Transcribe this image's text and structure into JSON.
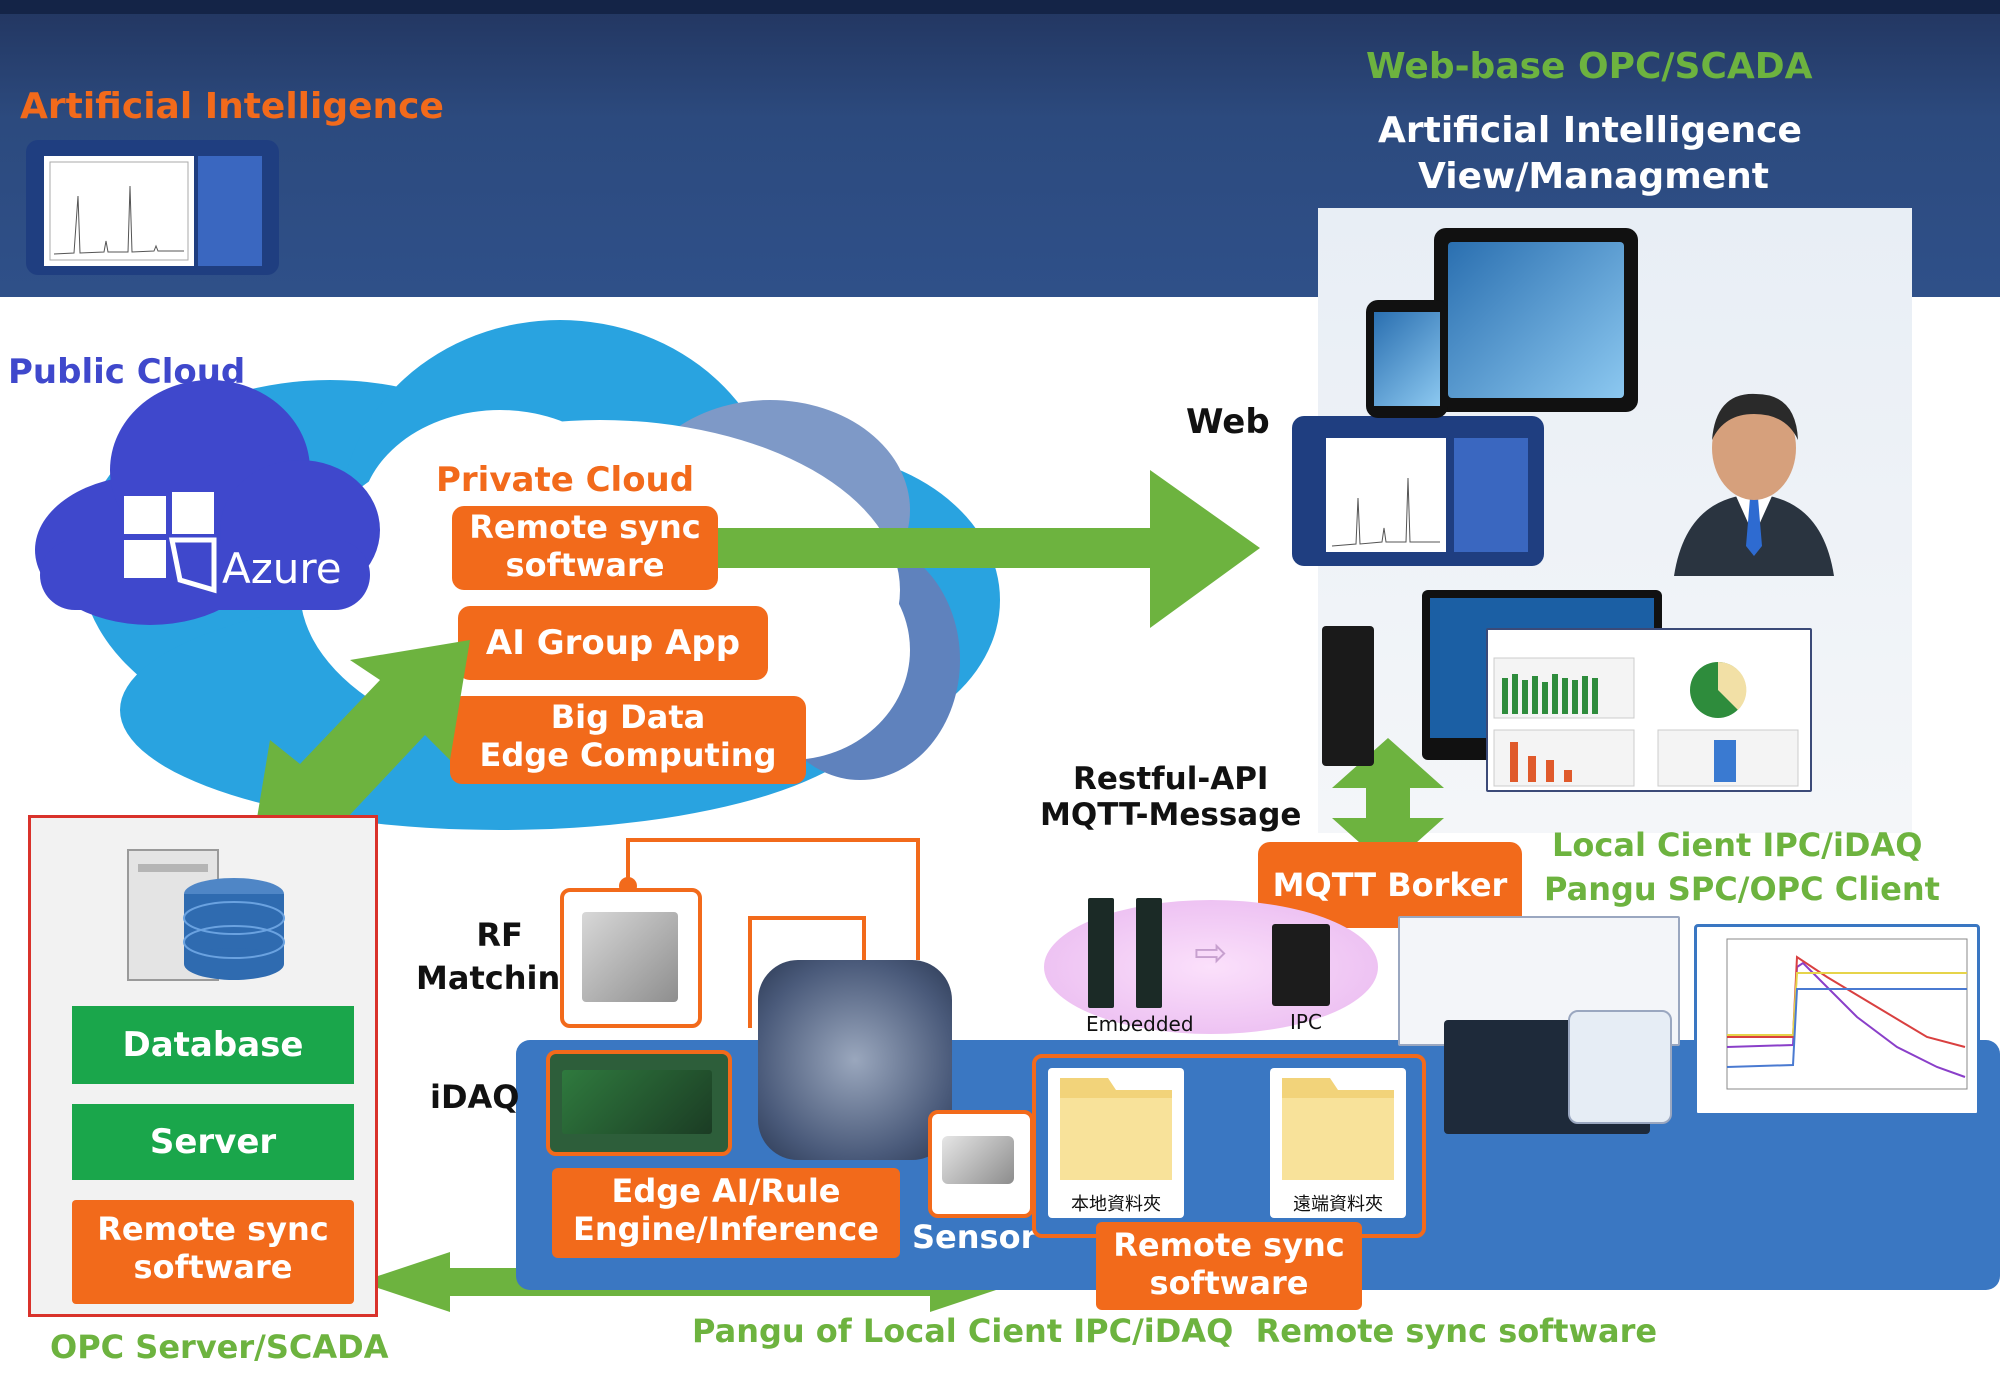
{
  "header": {
    "ai_title_left": "Artificial Intelligence",
    "web_scada_title": "Web-base OPC/SCADA",
    "ai_view_line1": "Artificial Intelligence",
    "ai_view_line2": "View/Managment"
  },
  "cloud": {
    "public_label": "Public Cloud",
    "azure_label": "Azure",
    "private_label": "Private Cloud",
    "remote_sync": "Remote sync\nsoftware",
    "ai_group_app": "AI Group App",
    "big_data": "Big Data\nEdge Computing"
  },
  "web": {
    "web_label": "Web",
    "restful_label": "Restful-API\nMQTT-Message",
    "mqtt_broker": "MQTT Borker",
    "local_client_line1": "Local Cient IPC/iDAQ",
    "local_client_line2": "Pangu SPC/OPC Client",
    "embedded_label": "Embedded",
    "ipc_label": "IPC"
  },
  "server": {
    "database": "Database",
    "server": "Server",
    "remote_sync": "Remote sync\nsoftware",
    "caption": "OPC Server/SCADA"
  },
  "edge": {
    "rf_matching": "RF\nMatching",
    "idaq": "iDAQ",
    "edge_ai": "Edge AI/Rule\nEngine/Inference",
    "sensor": "Sensor",
    "folder_local": "本地資料夾",
    "folder_remote": "遠端資料夾",
    "remote_sync": "Remote sync\nsoftware"
  },
  "footer": {
    "caption": "Pangu of Local Cient IPC/iDAQ  Remote sync software"
  },
  "colors": {
    "orange": "#f26a1b",
    "green_arrow": "#6db33f",
    "green_box": "#1aa64b",
    "navy": "#1f3e80",
    "cloud_blue": "#29a3e0"
  }
}
